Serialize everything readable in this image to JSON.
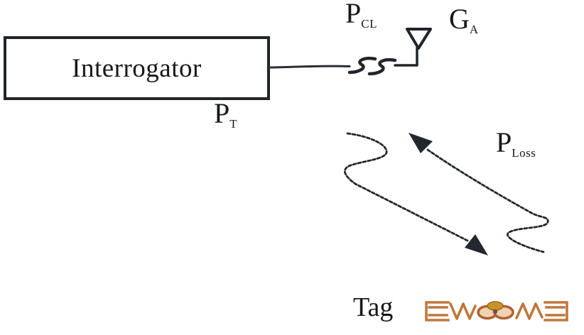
{
  "figure": {
    "type": "rfid-link-budget-diagram",
    "background": "#ffffff",
    "interrogator": {
      "label": "Interrogator"
    },
    "labels": {
      "transmit_power": {
        "base": "P",
        "sub": "T"
      },
      "cable_loss": {
        "base": "P",
        "sub": "CL"
      },
      "antenna_gain": {
        "base": "G",
        "sub": "A"
      },
      "path_loss": {
        "base": "P",
        "sub": "Loss"
      },
      "tag": "Tag"
    },
    "icons": {
      "antenna": "antenna-icon",
      "cable_break": "cable-break-icon",
      "forward_signal": "wavy-arrow-down-right-icon",
      "return_signal": "wavy-arrow-up-left-icon",
      "rfid_tag": "rfid-tag-image"
    },
    "colors": {
      "ink": "#21252b",
      "text": "#17181a",
      "tag_copper": "#c0763a",
      "tag_copper_fill": "#f0d2b0",
      "tag_gold": "#c89428",
      "tag_chip": "#7a4a52"
    }
  }
}
